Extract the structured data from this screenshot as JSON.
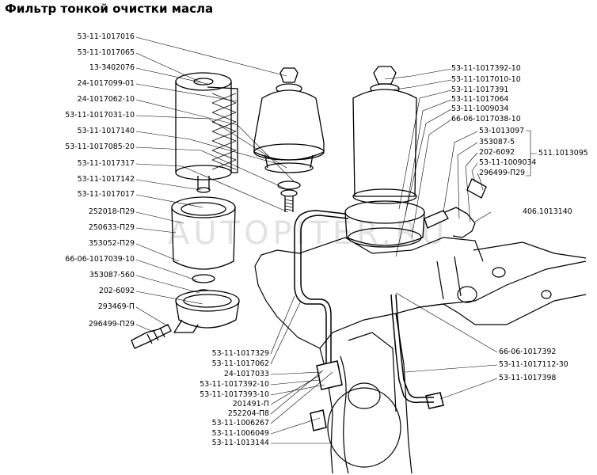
{
  "title": "Фильтр тонкой очистки масла",
  "watermark": "AUTOPITER.RU",
  "left_labels": [
    "53-11-1017016",
    "53-11-1017065",
    "13-3402076",
    "24-1017099-01",
    "24-1017062-10",
    "53-11-1017031-10",
    "53-11-1017140",
    "53-11-1017085-20",
    "53-11-1017317",
    "53-11-1017142",
    "53-11-1017017",
    "252018-П29",
    "250633-П29",
    "353052-П29",
    "66-06-1017039-10",
    "353087-560",
    "202-6092",
    "293469-П",
    "296499-П29"
  ],
  "right_top_labels": [
    "53-11-1017392-10",
    "53-11-1017010-10",
    "53-11-1017391",
    "53-11-1017064",
    "53-11-1009034",
    "66-06-1017038-10"
  ],
  "bracket_labels": [
    "53-1013097",
    "353087-5",
    "202-6092",
    "53-11-1009034",
    "296499-П29"
  ],
  "bracket_group": "511.1013095",
  "side_label": "406.1013140",
  "bottom_left_labels": [
    "53-11-1017329",
    "53-11-1017062",
    "24-1017033",
    "53-11-1017392-10",
    "53-11-1017393-10",
    "201491-П",
    "252204-П8",
    "53-11-1006267",
    "53-11-1006049",
    "53-11-1013144"
  ],
  "bottom_right_labels": [
    "66-06-1017392",
    "53-11-1017112-30",
    "53-11-1017398"
  ]
}
